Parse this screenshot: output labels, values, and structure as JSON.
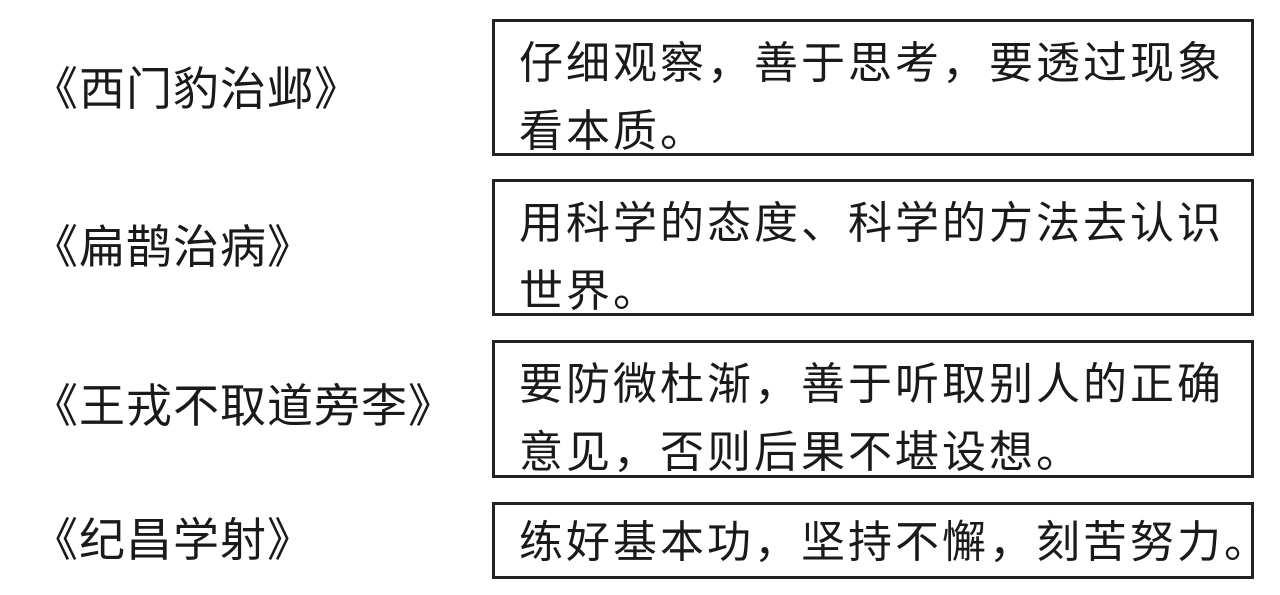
{
  "rows": [
    {
      "title": "《西门豹治邺》",
      "lines": [
        "仔细观察，善于思考，要透过现象",
        "看本质。"
      ]
    },
    {
      "title": "《扁鹊治病》",
      "lines": [
        "用科学的态度、科学的方法去认识",
        "世界。"
      ]
    },
    {
      "title": "《王戎不取道旁李》",
      "lines": [
        "要防微杜渐，善于听取别人的正确",
        "意见，否则后果不堪设想。"
      ]
    },
    {
      "title": "《纪昌学射》",
      "lines": [
        "练好基本功，坚持不懈，刻苦努力。"
      ]
    }
  ]
}
